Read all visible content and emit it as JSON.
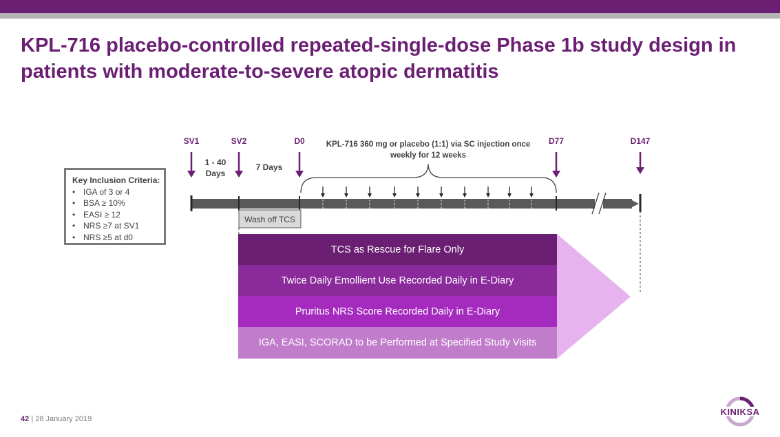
{
  "header": {
    "title": "KPL-716 placebo-controlled repeated-single-dose Phase 1b study design in patients with moderate-to-severe atopic dermatitis"
  },
  "criteria": {
    "heading": "Key Inclusion Criteria:",
    "items": [
      "IGA of 3 or 4",
      "BSA ≥ 10%",
      "EASI ≥ 12",
      "NRS ≥7 at SV1",
      "NRS ≥5 at d0"
    ]
  },
  "timeline": {
    "visits": [
      "SV1",
      "SV2",
      "D0",
      "D77",
      "D147"
    ],
    "interval_1": [
      "1 - 40",
      "Days"
    ],
    "interval_2": "7 Days",
    "dosing_label": [
      "KPL-716 360 mg or placebo (1:1) via SC injection once",
      "weekly for 12 weeks"
    ],
    "washoff": "Wash off TCS"
  },
  "bands": [
    {
      "label": "TCS as Rescue for Flare Only",
      "color": "#6b1f73"
    },
    {
      "label": "Twice Daily Emollient Use Recorded Daily in E-Diary",
      "color": "#8a2a9b"
    },
    {
      "label": "Pruritus NRS Score Recorded Daily in E-Diary",
      "color": "#a52bbf"
    },
    {
      "label": "IGA, EASI, SCORAD to be Performed at Specified Study Visits",
      "color": "#c17ccc"
    }
  ],
  "colors": {
    "brand": "#6b1f73",
    "arrow_tip": "#e7b3ee"
  },
  "footer": {
    "page": "42",
    "date": "28 January 2019"
  },
  "logo": {
    "text": "KINIKSA"
  }
}
